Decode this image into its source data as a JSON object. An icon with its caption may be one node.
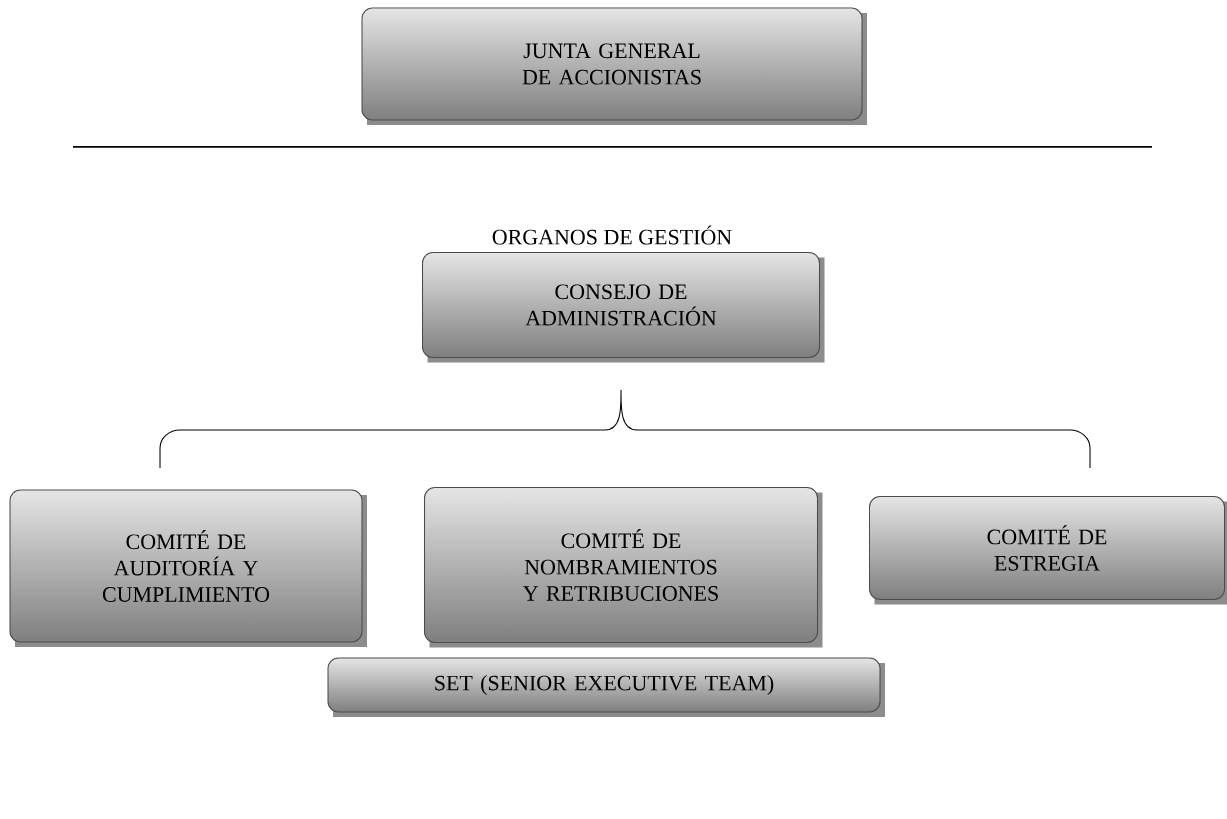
{
  "diagram": {
    "nodes": [
      {
        "text": [
          "JUNTA GENERAL DE ACCIONISTAS"
        ]
      },
      {
        "text": [
          "CONSEJO DE ADMINISTRACIÓN"
        ]
      },
      {
        "text": [
          "COMITÉ DE AUDITORÍA Y CUMPLIMIENTO"
        ]
      },
      {
        "text": [
          "COMITÉ DE NOMBRAMIENTOS Y RETRIBUCIONES"
        ]
      },
      {
        "text": [
          "COMITÉ DE ESTREGIA"
        ]
      },
      {
        "text": [
          "SET (SENIOR EXECUTIVE TEAM)"
        ]
      }
    ],
    "labels": [
      "ORGANOS DE GESTIÓN"
    ]
  }
}
